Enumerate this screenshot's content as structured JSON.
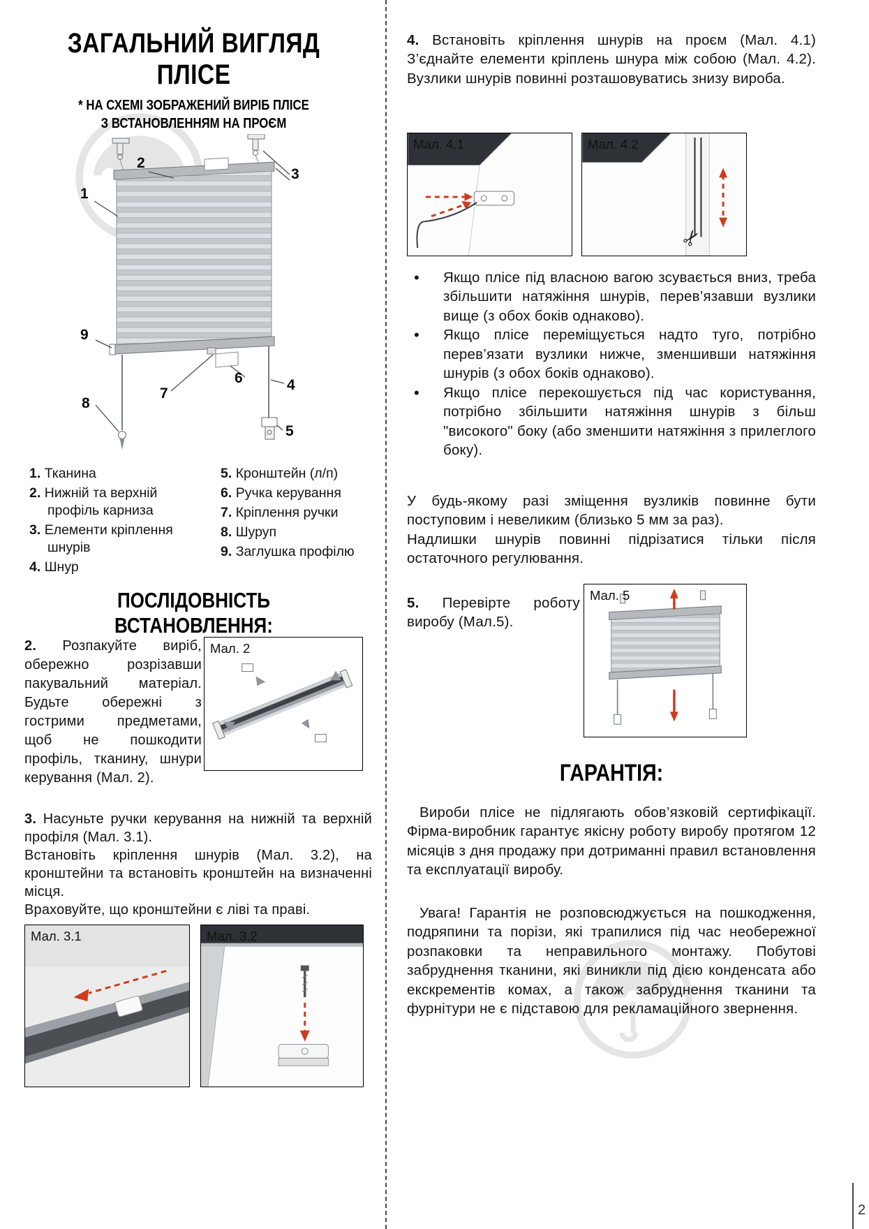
{
  "page": {
    "number": "2"
  },
  "left": {
    "title_line1": "ЗАГАЛЬНИЙ ВИГЛЯД",
    "title_line2": "ПЛІСЕ",
    "subtitle_line1": "* НА СХЕМІ ЗОБРАЖЕНИЙ ВИРІБ ПЛІСЕ",
    "subtitle_line2": "З ВСТАНОВЛЕННЯМ НА ПРОЄМ",
    "diagram_callouts": [
      "1",
      "2",
      "3",
      "4",
      "5",
      "6",
      "7",
      "8",
      "9"
    ],
    "legend_col1": [
      {
        "num": "1.",
        "text": "Тканина"
      },
      {
        "num": "2.",
        "text": "Нижній та верхній профіль карниза"
      },
      {
        "num": "3.",
        "text": "Елементи кріплення шнурів"
      },
      {
        "num": "4.",
        "text": "Шнур"
      }
    ],
    "legend_col2": [
      {
        "num": "5.",
        "text": "Кронштейн (л/п)"
      },
      {
        "num": "6.",
        "text": "Ручка керування"
      },
      {
        "num": "7.",
        "text": "Кріплення ручки"
      },
      {
        "num": "8.",
        "text": "Шуруп"
      },
      {
        "num": "9.",
        "text": "Заглушка профілю"
      }
    ],
    "sequence_heading": "ПОСЛІДОВНІСТЬ ВСТАНОВЛЕННЯ:",
    "step2": {
      "num": "2.",
      "text": "Розпакуйте виріб, обережно розрізавши пакувальний матеріал. Будьте обережні з гострими предметами, щоб не пошкодити профіль, тканину, шнури керування (Мал. 2)."
    },
    "fig2_label": "Мал. 2",
    "step3": {
      "num": "3.",
      "line1": "Насуньте ручки керування на нижній та верхній профіля (Мал. 3.1).",
      "line2": "Встановіть кріплення шнурів (Мал. 3.2), на кронштейни та встановіть кронштейн на визначенні місця.",
      "line3": "Враховуйте, що кронштейни є ліві та праві."
    },
    "fig31_label": "Мал. 3.1",
    "fig32_label": "Мал. 3.2"
  },
  "right": {
    "step4": {
      "num": "4.",
      "text": "Встановіть кріплення шнурів на проєм (Мал. 4.1) З’єднайте елементи кріплень шнура між собою (Мал. 4.2). Вузлики шнурів повинні розташовуватись знизу вироба."
    },
    "fig41_label": "Мал. 4.1",
    "fig42_label": "Мал. 4.2",
    "bullets": [
      "Якщо плісе під власною вагою зсувається вниз, треба збільшити натяжіння шнурів, перев’язавши вузлики вище (з обох боків однаково).",
      "Якщо плісе переміщується надто туго, потрібно перев’язати вузлики нижче, зменшивши натяжіння шнурів (з обох боків однаково).",
      "Якщо плісе перекошується під час користування, потрібно збільшити натяжіння шнурів з більш \"високого\" боку (або зменшити натяжіння з прилеглого боку)."
    ],
    "note1": "У будь-якому разі зміщення вузликів повинне бути поступовим і невеликим (близько 5 мм за раз).",
    "note2": "Надлишки шнурів повинні підрізатися тільки після остаточного регулювання.",
    "step5": {
      "num": "5.",
      "text": "Перевірте роботу виробу (Мал.5)."
    },
    "fig5_label": "Мал. 5",
    "warranty_heading": "ГАРАНТІЯ:",
    "warranty_p1": "Вироби плісе не підлягають обов’язковій сертифікації. Фірма-виробник гарантує якісну роботу виробу протягом 12 місяців з дня продажу при дотриманні правил встановлення та експлуатації виробу.",
    "warranty_p2": "Увага! Гарантія не розповсюджується на пошкодження, подряпини та порізи, які трапилися під час необережної розпаковки та неправильного монтажу. Побутові забруднення тканини, які виникли під дією конденсата або екскрементів комах, а також забруднення тканини та фурнітури не є підставою для рекламаційного звернення."
  }
}
